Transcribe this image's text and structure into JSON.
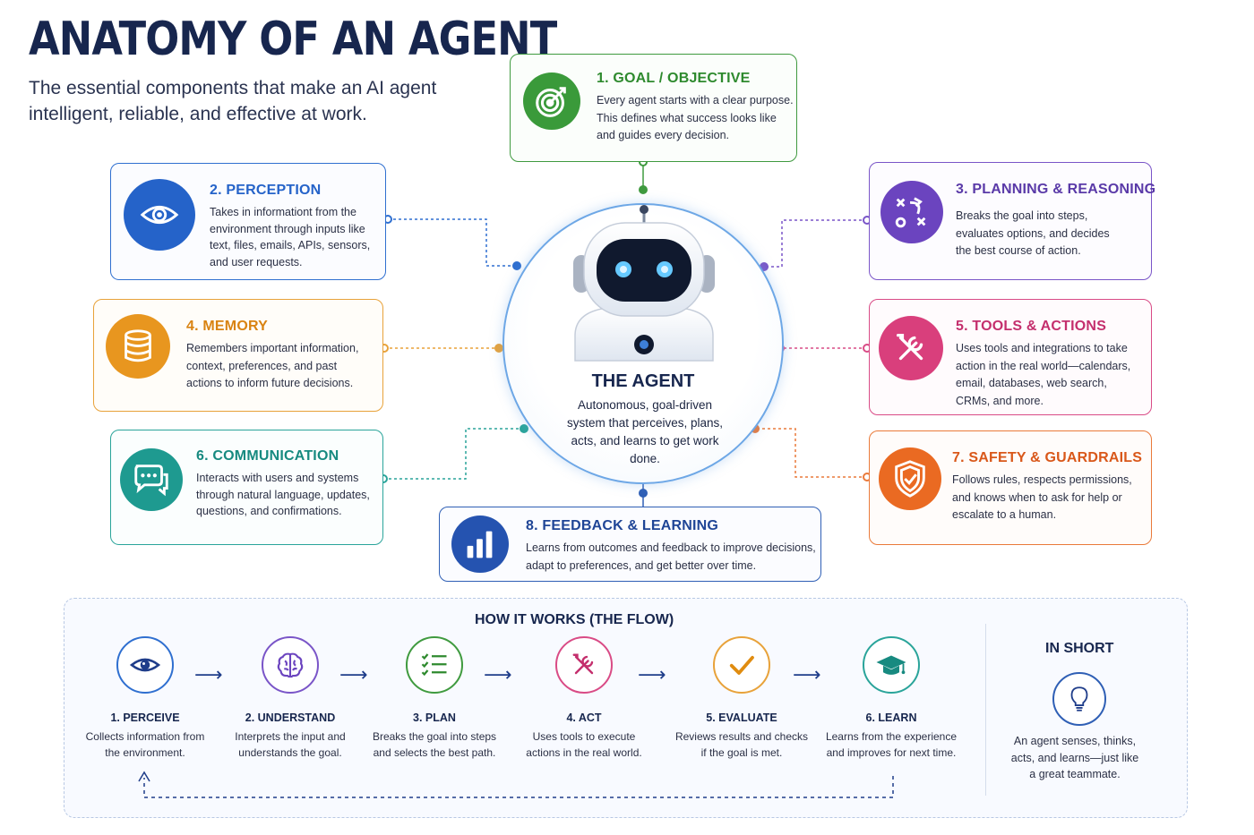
{
  "header": {
    "title": "ANATOMY OF AN AGENT",
    "subtitle": "The essential components that make an AI agent intelligent, reliable, and effective at work."
  },
  "center": {
    "title": "THE AGENT",
    "description": "Autonomous, goal-driven system that perceives, plans, acts, and learns to get work done."
  },
  "components": {
    "goal": {
      "title": "1. GOAL / OBJECTIVE",
      "description": "Every agent starts with a clear purpose. This defines what success looks like and guides every decision.",
      "color": "#3f9a3f",
      "icon": "target-icon"
    },
    "perception": {
      "title": "2. PERCEPTION",
      "description": "Takes in informationt from the environment through inputs like text, files, emails, APIs, sensors, and user requests.",
      "color": "#2f6fd0",
      "icon": "eye-icon"
    },
    "planning": {
      "title": "3. PLANNING & REASONING",
      "description": "Breaks the goal into steps, evaluates options, and decides the best course of action.",
      "color": "#7a55c8",
      "icon": "strategy-icon"
    },
    "memory": {
      "title": "4. MEMORY",
      "description": "Remembers important information, context, preferences, and past actions to inform future decisions.",
      "color": "#e8a23a",
      "icon": "database-icon"
    },
    "tools": {
      "title": "5. TOOLS & ACTIONS",
      "description": "Uses tools and integrations to take action in the real world—calendars, email, databases, web search, CRMs, and more.",
      "color": "#d94b86",
      "icon": "tools-icon"
    },
    "communication": {
      "title": "6. COMMUNICATION",
      "description": "Interacts with users and systems through natural language, updates, questions, and confirmations.",
      "color": "#2aa49a",
      "icon": "chat-icon"
    },
    "safety": {
      "title": "7. SAFETY & GUARDRAILS",
      "description": "Follows rules, respects permissions, and knows when to ask for help or escalate to a human.",
      "color": "#ea7a3a",
      "icon": "shield-icon"
    },
    "feedback": {
      "title": "8. FEEDBACK & LEARNING",
      "description": "Learns from outcomes and feedback to improve decisions, adapt to preferences, and get better over time.",
      "color": "#2f5fb5",
      "icon": "bar-chart-icon"
    }
  },
  "flow": {
    "title": "HOW IT WORKS (THE FLOW)",
    "steps": [
      {
        "title": "1. PERCEIVE",
        "description": "Collects information from the environment.",
        "color": "#2f6fd0",
        "icon": "eye-icon"
      },
      {
        "title": "2. UNDERSTAND",
        "description": "Interprets the input and understands the goal.",
        "color": "#7a55c8",
        "icon": "brain-icon"
      },
      {
        "title": "3. PLAN",
        "description": "Breaks the goal into steps and selects the best path.",
        "color": "#3f9a3f",
        "icon": "checklist-icon"
      },
      {
        "title": "4. ACT",
        "description": "Uses tools to execute actions in the real world.",
        "color": "#d94b86",
        "icon": "tools-icon"
      },
      {
        "title": "5. EVALUATE",
        "description": "Reviews results and checks if the goal is met.",
        "color": "#e8a23a",
        "icon": "checkmark-icon"
      },
      {
        "title": "6. LEARN",
        "description": "Learns from the experience and improves for next time.",
        "color": "#2aa49a",
        "icon": "graduation-cap-icon"
      }
    ]
  },
  "in_short": {
    "title": "IN SHORT",
    "description": "An agent senses, thinks, acts, and learns—just like a great teammate.",
    "icon": "lightbulb-icon"
  }
}
